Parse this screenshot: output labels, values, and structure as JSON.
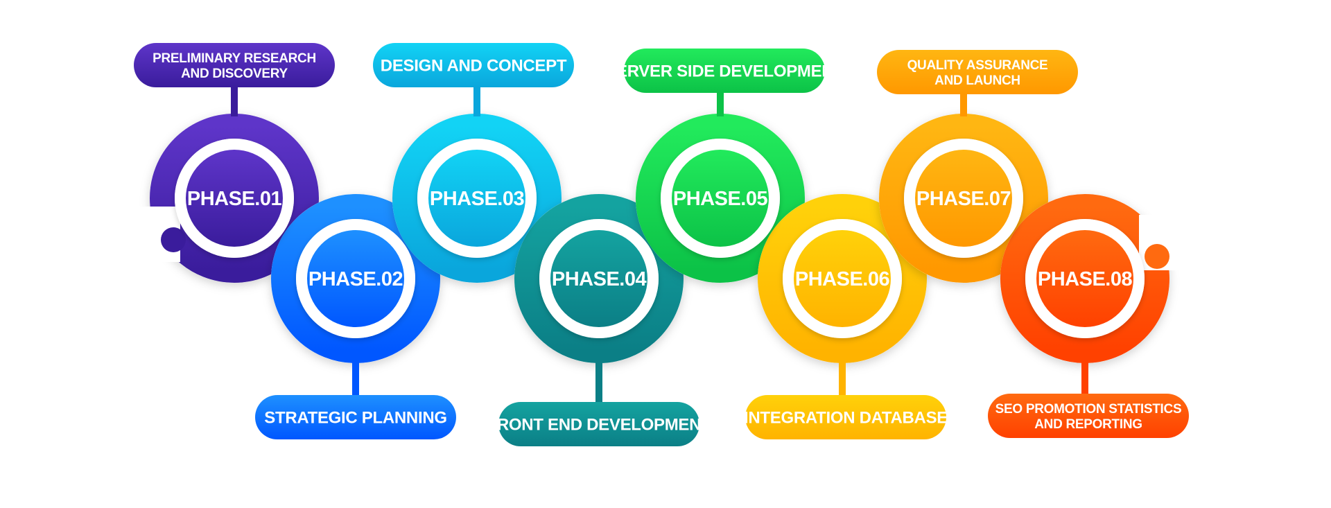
{
  "phases": [
    {
      "label": "PHASE.01",
      "title_lines": [
        "PRELIMINARY RESEARCH",
        "AND DISCOVERY"
      ],
      "color_light": "#5e35c9",
      "color_dark": "#3a1c9c"
    },
    {
      "label": "PHASE.02",
      "title_lines": [
        "STRATEGIC PLANNING"
      ],
      "color_light": "#1e90ff",
      "color_dark": "#0057ff"
    },
    {
      "label": "PHASE.03",
      "title_lines": [
        "DESIGN AND CONCEPT"
      ],
      "color_light": "#12d3f5",
      "color_dark": "#0aa6dc"
    },
    {
      "label": "PHASE.04",
      "title_lines": [
        "FRONT END DEVELOPMENT"
      ],
      "color_light": "#14a3a0",
      "color_dark": "#0b7f86"
    },
    {
      "label": "PHASE.05",
      "title_lines": [
        "SERVER SIDE DEVELOPMENT"
      ],
      "color_light": "#22ea5c",
      "color_dark": "#0cc247"
    },
    {
      "label": "PHASE.06",
      "title_lines": [
        "INTEGRATION DATABASE"
      ],
      "color_light": "#ffd10a",
      "color_dark": "#ffb300"
    },
    {
      "label": "PHASE.07",
      "title_lines": [
        "QUALITY ASSURANCE",
        "AND LAUNCH"
      ],
      "color_light": "#ffb612",
      "color_dark": "#ff9800"
    },
    {
      "label": "PHASE.08",
      "title_lines": [
        "SEO PROMOTION STATISTICS",
        "AND REPORTING"
      ],
      "color_light": "#ff6a10",
      "color_dark": "#ff4100"
    }
  ]
}
